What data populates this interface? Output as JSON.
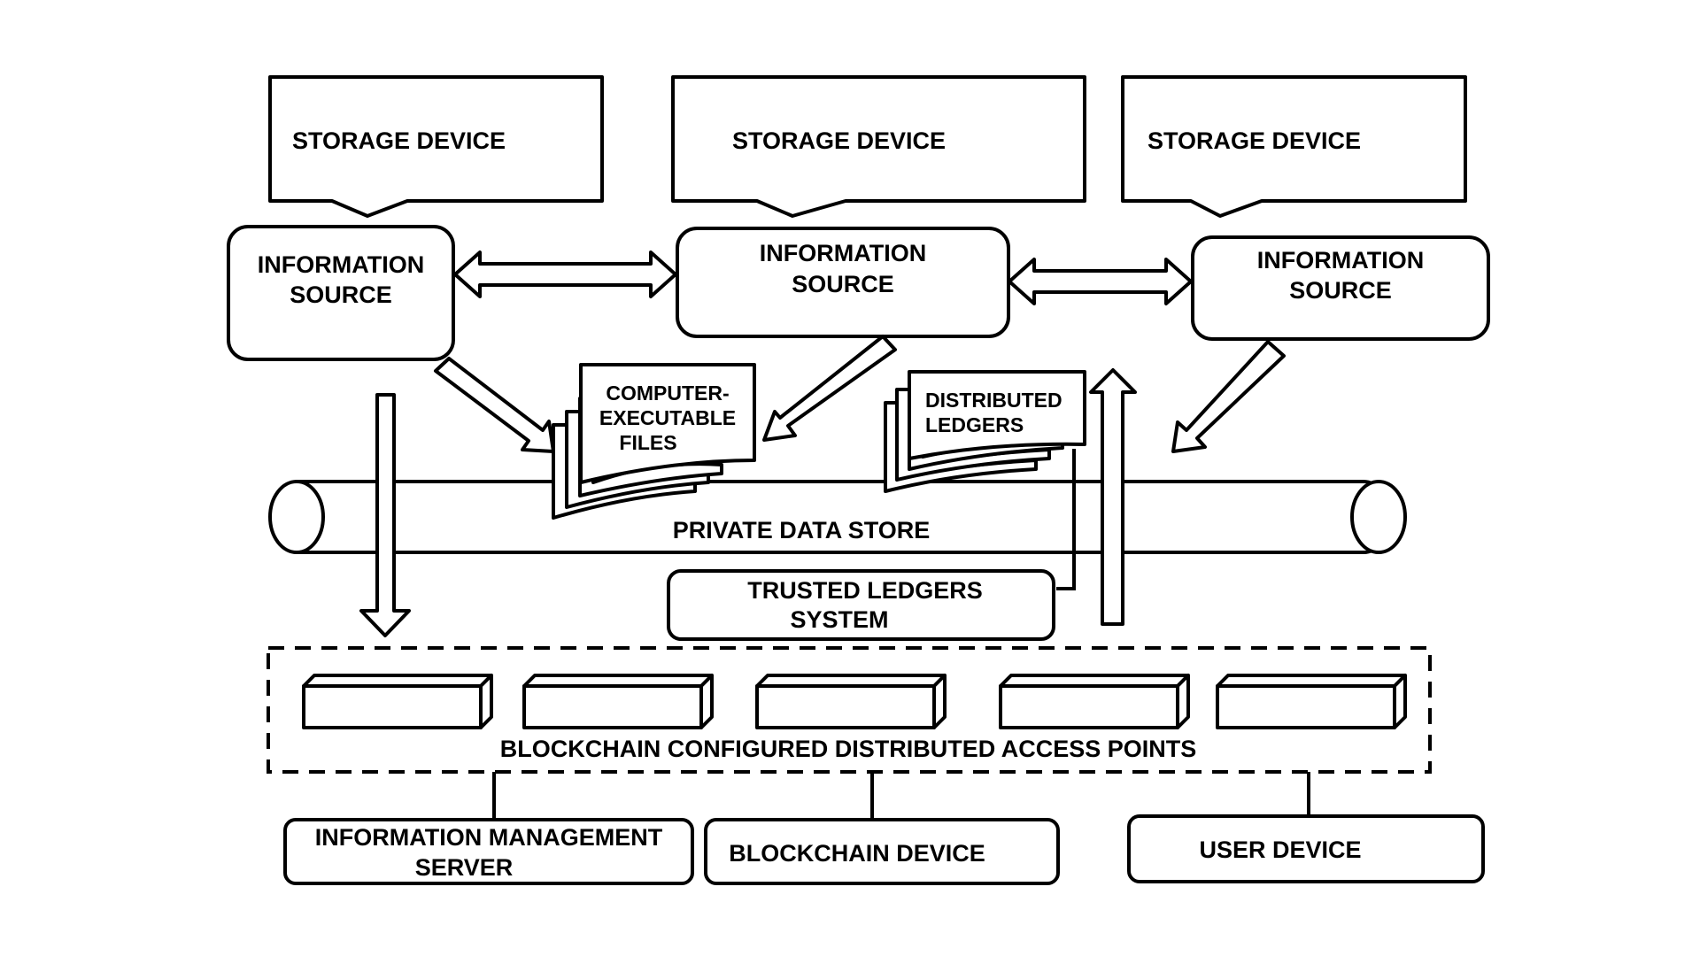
{
  "storage_devices": [
    {
      "label": "STORAGE DEVICE"
    },
    {
      "label": "STORAGE DEVICE"
    },
    {
      "label": "STORAGE DEVICE"
    }
  ],
  "information_sources": [
    {
      "line1": "INFORMATION",
      "line2": "SOURCE"
    },
    {
      "line1": "INFORMATION",
      "line2": "SOURCE"
    },
    {
      "line1": "INFORMATION",
      "line2": "SOURCE"
    }
  ],
  "files": {
    "line1": "COMPUTER-",
    "line2": "EXECUTABLE",
    "line3": "FILES"
  },
  "ledgers": {
    "line1": "DISTRIBUTED",
    "line2": "LEDGERS"
  },
  "data_store": {
    "label": "PRIVATE DATA STORE"
  },
  "trusted": {
    "line1": "TRUSTED LEDGERS",
    "line2": "SYSTEM"
  },
  "access_points": {
    "label": "BLOCKCHAIN CONFIGURED DISTRIBUTED ACCESS POINTS"
  },
  "devices": {
    "server_line1": "INFORMATION MANAGEMENT",
    "server_line2": "SERVER",
    "blockchain": "BLOCKCHAIN DEVICE",
    "user": "USER DEVICE"
  }
}
